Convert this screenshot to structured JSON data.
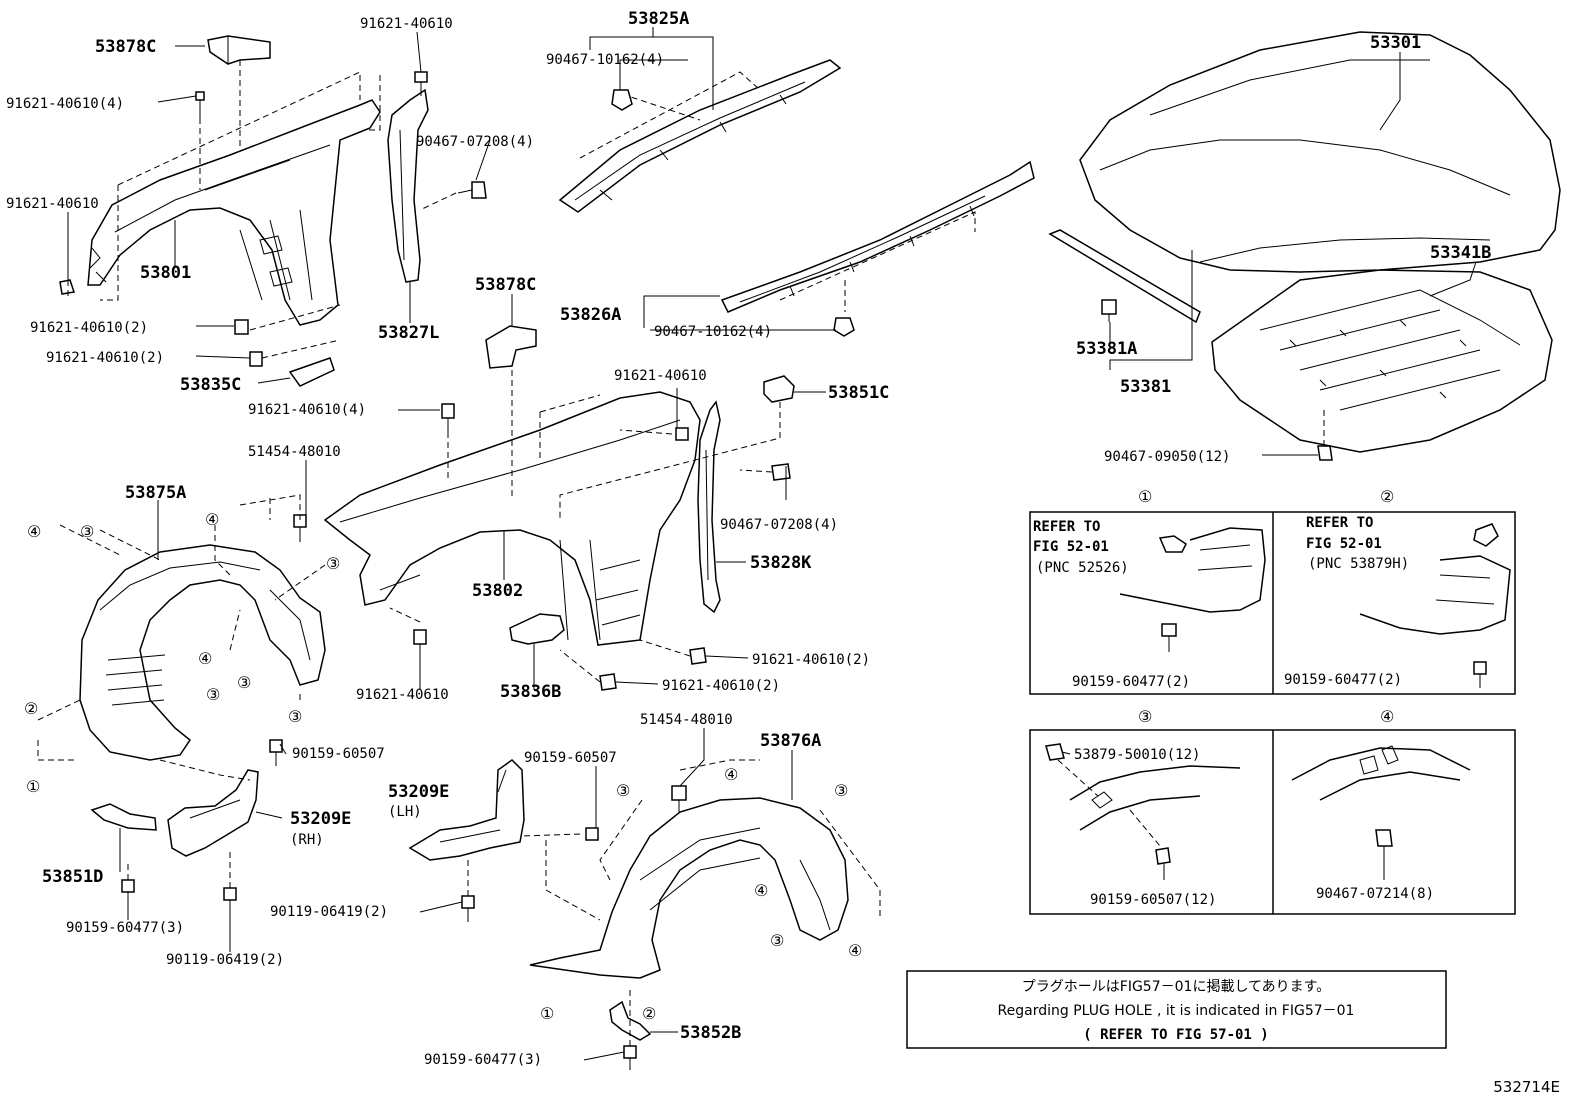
{
  "labels": {
    "p53878c_a": "53878C",
    "p91621_40610_a": "91621-40610",
    "p53825a": "53825A",
    "p53301": "53301",
    "p91621_40610_4_a": "91621-40610(4)",
    "p90467_10162_4_a": "90467-10162(4)",
    "p90467_07208_4_a": "90467-07208(4)",
    "p91621_40610_b": "91621-40610",
    "p53801": "53801",
    "p53827l": "53827L",
    "p91621_40610_2_a": "91621-40610(2)",
    "p91621_40610_2_b": "91621-40610(2)",
    "p53835c": "53835C",
    "p53878c_b": "53878C",
    "p53826a": "53826A",
    "p90467_10162_4_b": "90467-10162(4)",
    "p53341b": "53341B",
    "p53381a": "53381A",
    "p53381": "53381",
    "p91621_40610_c": "91621-40610",
    "p53851c": "53851C",
    "p91621_40610_4_b": "91621-40610(4)",
    "p51454_48010_a": "51454-48010",
    "p90467_09050_12": "90467-09050(12)",
    "p53875a": "53875A",
    "p90467_07208_4_b": "90467-07208(4)",
    "p53802": "53802",
    "p53828k": "53828K",
    "p91621_40610_2_c": "91621-40610(2)",
    "p91621_40610_d": "91621-40610",
    "p53836b": "53836B",
    "p91621_40610_2_d": "91621-40610(2)",
    "p51454_48010_b": "51454-48010",
    "p90159_60507_a": "90159-60507",
    "p53876a": "53876A",
    "p90159_60507_b": "90159-60507",
    "p53209e_lh": "53209E",
    "lh": "(LH)",
    "p53209e_rh": "53209E",
    "rh": "(RH)",
    "p53851d": "53851D",
    "p90159_60477_3_a": "90159-60477(3)",
    "p90119_06419_2_a": "90119-06419(2)",
    "p90119_06419_2_b": "90119-06419(2)",
    "p53852b": "53852B",
    "p90159_60477_3_b": "90159-60477(3)"
  },
  "circles": [
    "①",
    "②",
    "③",
    "④"
  ],
  "insets": {
    "one": {
      "num": "①",
      "refer": "REFER TO",
      "fig": "FIG 52-01",
      "pnc": "(PNC 52526)",
      "part": "90159-60477(2)"
    },
    "two": {
      "num": "②",
      "refer": "REFER TO",
      "fig": "FIG 52-01",
      "pnc": "(PNC 53879H)",
      "part": "90159-60477(2)"
    },
    "three": {
      "num": "③",
      "part_a": "53879-50010(12)",
      "part_b": "90159-60507(12)"
    },
    "four": {
      "num": "④",
      "part": "90467-07214(8)"
    }
  },
  "note": {
    "line1": "プラグホールはFIG57－01に掲載してあります。",
    "line2": "Regarding PLUG HOLE , it is indicated in FIG57－01",
    "line3": "( REFER TO FIG 57-01 )"
  },
  "figure_id": "532714E"
}
